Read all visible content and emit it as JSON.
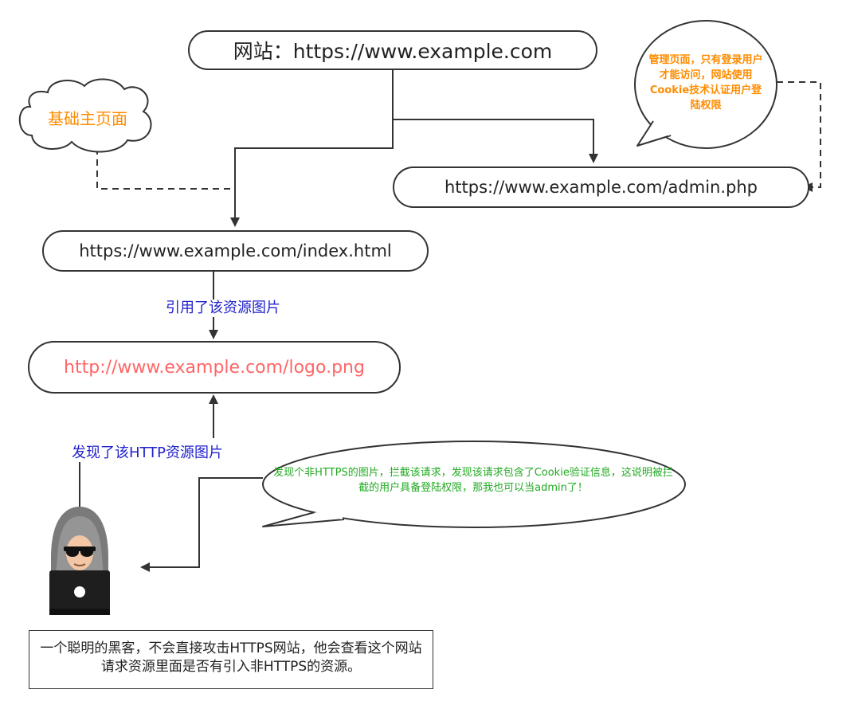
{
  "colors": {
    "stroke": "#333333",
    "text": "#222222",
    "label_blue": "#2222cc",
    "orange": "#ff8c00",
    "red_url": "#ff6666",
    "green": "#22aa22"
  },
  "nodes": {
    "site": "网站：https://www.example.com",
    "admin": "https://www.example.com/admin.php",
    "index": "https://www.example.com/index.html",
    "logo": "http://www.example.com/logo.png"
  },
  "clouds": {
    "home": "基础主页面"
  },
  "bubbles": {
    "admin_note": "管理页面，只有登录用户才能访问，网站使用Cookie技术认证用户登陆权限",
    "hacker_thought": "发现个非HTTPS的图片，拦截该请求，发现该请求包含了Cookie验证信息，这说明被拦截的用户具备登陆权限，那我也可以当admin了！"
  },
  "edge_labels": {
    "references": "引用了该资源图片",
    "discovers": "发现了该HTTP资源图片"
  },
  "hacker": {
    "icon": "hacker-icon",
    "description": "一个聪明的黑客，不会直接攻击HTTPS网站，他会查看这个网站请求资源里面是否有引入非HTTPS的资源。"
  }
}
